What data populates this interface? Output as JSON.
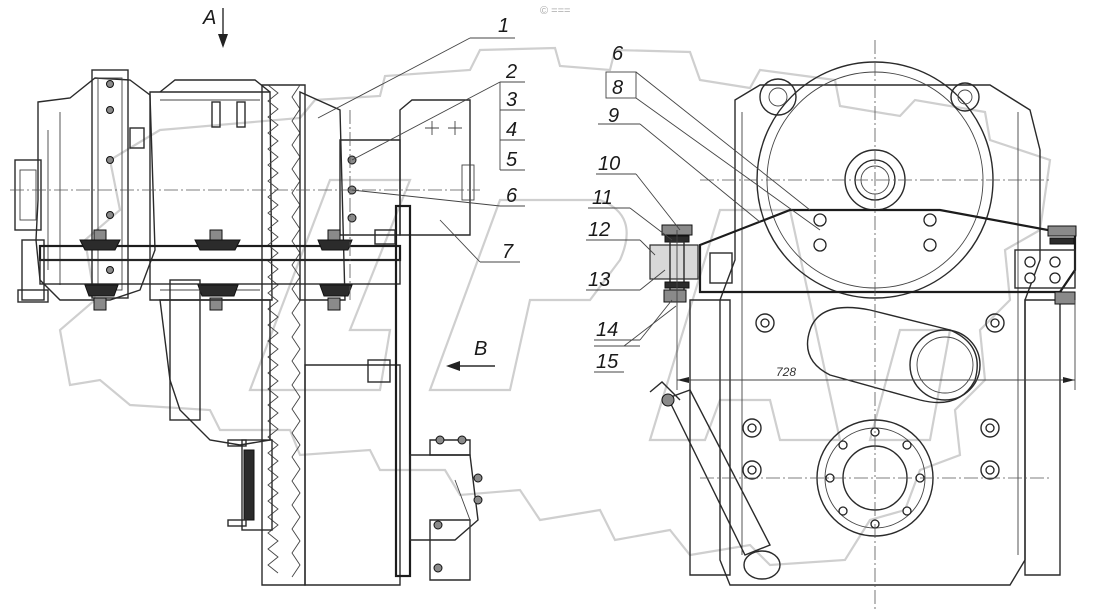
{
  "view_labels": {
    "view_a": "A",
    "view_b": "B"
  },
  "callouts_left": [
    "1",
    "2",
    "3",
    "4",
    "5",
    "6",
    "7"
  ],
  "callouts_right": [
    "6",
    "8",
    "9",
    "10",
    "11",
    "12",
    "13",
    "14",
    "15"
  ],
  "dimension": "728",
  "watermark_corner": "© ===",
  "watermark_logo": "GAZ logo (gear outline)",
  "colors": {
    "line": "#2a2a2a",
    "watermark": "#cfcfcf",
    "background": "#ffffff"
  }
}
